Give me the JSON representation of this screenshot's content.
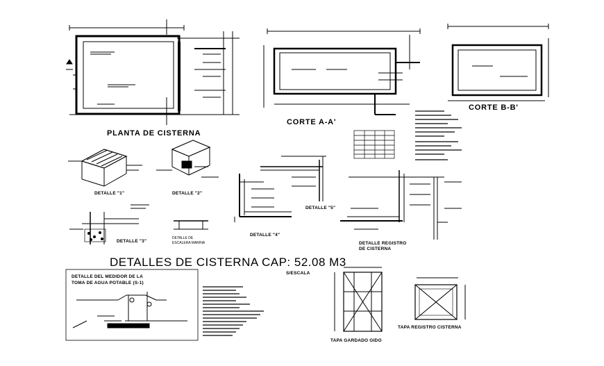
{
  "main_title": "DETALLES DE CISTERNA CAP: 52.08 M3",
  "scale_text": "S/ESCALA",
  "views": {
    "planta": "PLANTA DE CISTERNA",
    "corte_aa": "CORTE A-A'",
    "corte_bb": "CORTE B-B'"
  },
  "details": {
    "d1": "DETALLE \"1\"",
    "d2": "DETALLE \"2\"",
    "d3": "DETALLE \"3\"",
    "d4": "DETALLE \"4\"",
    "d5": "DETALLE \"5\"",
    "escalera_line1": "DETALLE DE",
    "escalera_line2": "ESCALERA MARINA",
    "registro_line1": "DETALLE REGISTRO",
    "registro_line2": "DE CISTERNA"
  },
  "medidor_box": {
    "title_line1": "DETALLE DEL MEDIDOR DE LA",
    "title_line2": "TOMA DE AGUA POTABLE (S-1)"
  },
  "tapas": {
    "tapa_gardado": "TAPA GARDADO GIDO",
    "tapa_registro": "TAPA REGISTRO CISTERNA"
  }
}
